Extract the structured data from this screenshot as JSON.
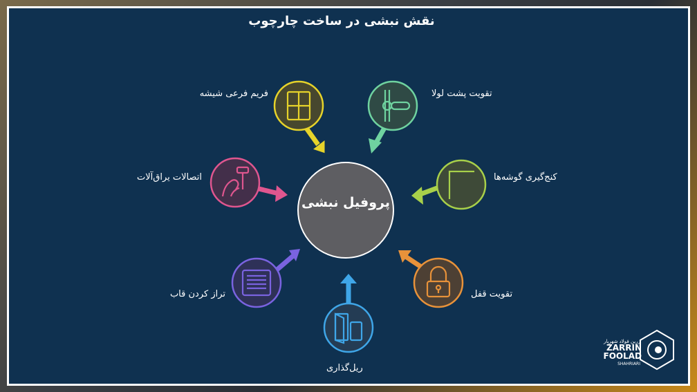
{
  "title": "نقش نبشی در ساخت چارچوب",
  "center": "پروفیل نبشی",
  "nodes": [
    {
      "label": "فریم فرعی شیشه",
      "color": "#e6d32a",
      "icon": "window-grid-icon"
    },
    {
      "label": "تقویت پشت لولا",
      "color": "#6fd3a0",
      "icon": "hinge-icon"
    },
    {
      "label": "کنج‌گیری گوشه‌ها",
      "color": "#a8d04a",
      "icon": "corner-angle-icon"
    },
    {
      "label": "تقویت قفل",
      "color": "#e8923a",
      "icon": "padlock-icon"
    },
    {
      "label": "ریل‌گذاری",
      "color": "#3fa6e8",
      "icon": "door-rail-icon"
    },
    {
      "label": "تراز کردن قاب",
      "color": "#7a63e0",
      "icon": "level-lines-icon"
    },
    {
      "label": "اتصالات یراق‌آلات",
      "color": "#e0568f",
      "icon": "fitting-hand-icon"
    }
  ],
  "logo": {
    "line1": "زرین فولاد شهریار",
    "line2": "ZARRIN",
    "line3": "FOOLAD",
    "line4": "SHAHRIARI"
  }
}
